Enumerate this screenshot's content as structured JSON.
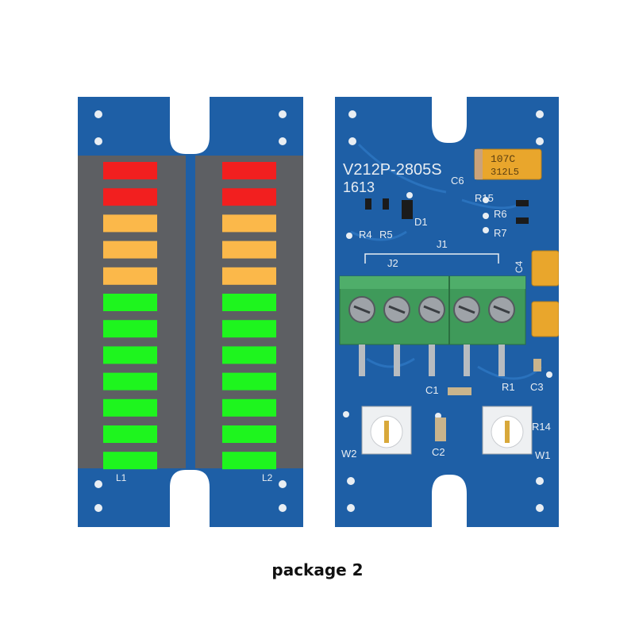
{
  "caption": "package 2",
  "colors": {
    "pcb": "#1e5fa6",
    "pcb_trace": "#2a72bd",
    "bar_housing": "#5d5f63",
    "segment_red": "#f21f1f",
    "segment_amber": "#fbb84a",
    "segment_green": "#1ef51e",
    "terminal_green": "#3f9a5a"
  },
  "front_board": {
    "segment_colors": [
      "red",
      "red",
      "amber",
      "amber",
      "amber",
      "green",
      "green",
      "green",
      "green",
      "green",
      "green",
      "green"
    ],
    "bar_labels": [
      "L1",
      "L2"
    ]
  },
  "back_board": {
    "model": "V212P-2805S",
    "date_code": "1613",
    "capacitor_top_line": "107C",
    "capacitor_bottom_line": "312L5",
    "labels": {
      "c6": "C6",
      "r15": "R15",
      "r6": "R6",
      "r7": "R7",
      "r4": "R4",
      "r5": "R5",
      "d1": "D1",
      "j1": "J1",
      "j2": "J2",
      "c4": "C4",
      "c1": "C1",
      "r1": "R1",
      "c3": "C3",
      "r14": "R14",
      "w2": "W2",
      "c2": "C2",
      "w1": "W1"
    }
  }
}
